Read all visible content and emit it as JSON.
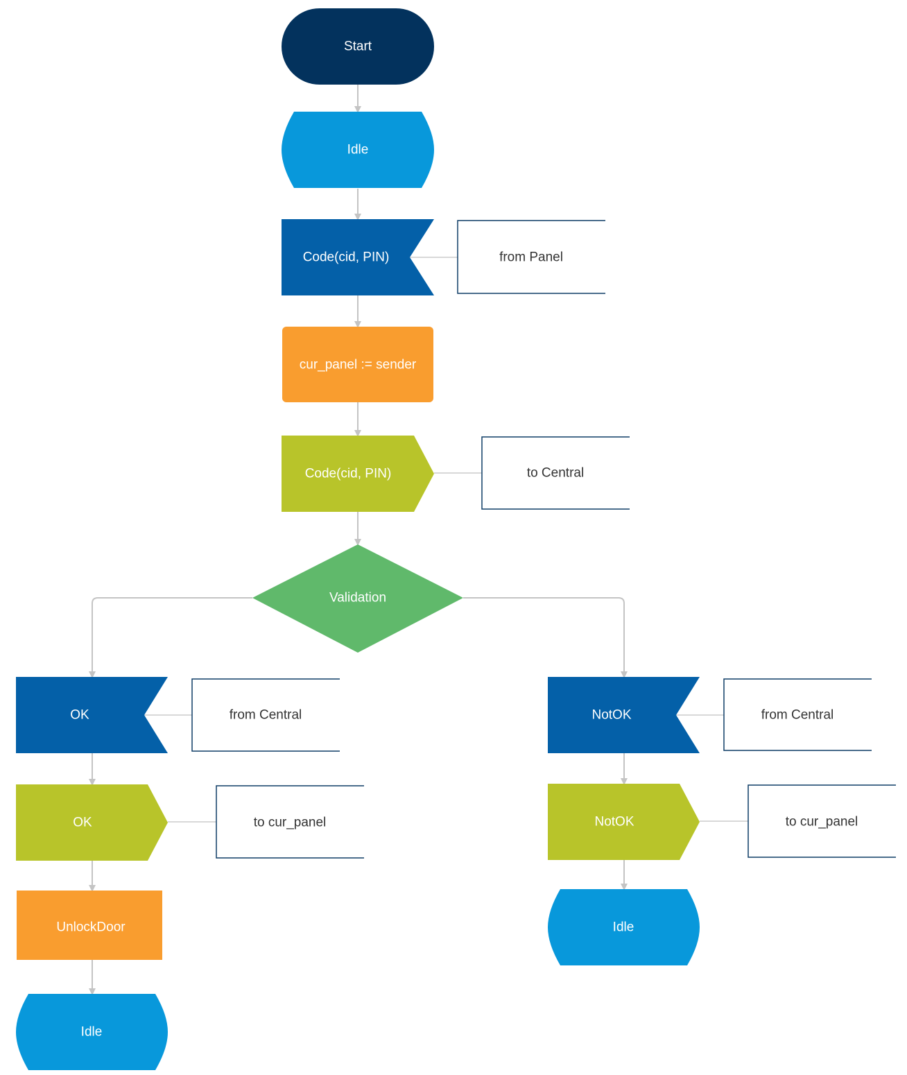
{
  "colors": {
    "start": "#03325d",
    "state": "#0898db",
    "input": "#0460a8",
    "task": "#f99d2f",
    "output": "#b8c42a",
    "decision": "#60b96b"
  },
  "nodes": {
    "start": "Start",
    "idle_top": "Idle",
    "input_code": "Code(cid, PIN)",
    "task_cur_panel": "cur_panel := sender",
    "output_code": "Code(cid, PIN)",
    "decision_validation": "Validation",
    "input_ok": "OK",
    "output_ok": "OK",
    "task_unlock": "UnlockDoor",
    "idle_left": "Idle",
    "input_notok": "NotOK",
    "output_notok": "NotOK",
    "idle_right": "Idle"
  },
  "notes": {
    "from_panel": "from Panel",
    "to_central": "to Central",
    "from_central_ok": "from Central",
    "to_cur_panel_ok": "to cur_panel",
    "from_central_notok": "from Central",
    "to_cur_panel_notok": "to cur_panel"
  }
}
